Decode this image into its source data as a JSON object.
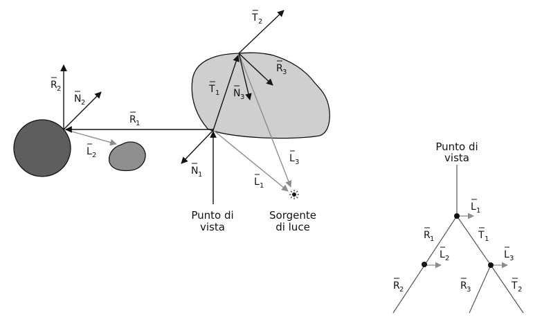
{
  "scene": {
    "vectors": {
      "R1": {
        "letter": "R",
        "index": "1"
      },
      "R2": {
        "letter": "R",
        "index": "2"
      },
      "R3": {
        "letter": "R",
        "index": "3"
      },
      "N1": {
        "letter": "N",
        "index": "1"
      },
      "N2": {
        "letter": "N",
        "index": "2"
      },
      "N3": {
        "letter": "N",
        "index": "3"
      },
      "T1": {
        "letter": "T",
        "index": "1"
      },
      "T2": {
        "letter": "T",
        "index": "2"
      },
      "L1": {
        "letter": "L",
        "index": "1"
      },
      "L2": {
        "letter": "L",
        "index": "2"
      },
      "L3": {
        "letter": "L",
        "index": "3"
      }
    },
    "viewpoint_label_line1": "Punto di",
    "viewpoint_label_line2": "vista",
    "light_label_line1": "Sorgente",
    "light_label_line2": "di luce"
  },
  "tree": {
    "root_label_line1": "Punto di",
    "root_label_line2": "vista",
    "edges": {
      "L1": {
        "letter": "L",
        "index": "1"
      },
      "R1": {
        "letter": "R",
        "index": "1"
      },
      "T1": {
        "letter": "T",
        "index": "1"
      },
      "L2": {
        "letter": "L",
        "index": "2"
      },
      "L3": {
        "letter": "L",
        "index": "3"
      },
      "R2": {
        "letter": "R",
        "index": "2"
      },
      "R3": {
        "letter": "R",
        "index": "3"
      },
      "T2": {
        "letter": "T",
        "index": "2"
      }
    }
  },
  "colors": {
    "ink": "#111111",
    "gray_ray": "#8c8c8c",
    "sphere_dark": "#5e5e5e",
    "small_blob": "#8f8f8f",
    "big_blob": "#cfcfcf"
  }
}
